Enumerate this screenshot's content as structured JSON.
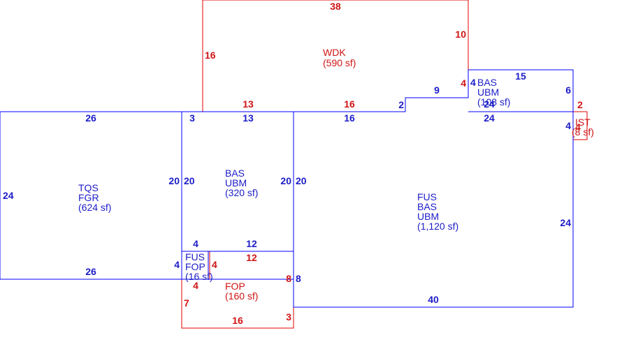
{
  "colors": {
    "blue": "#0000ff",
    "red": "#e00000"
  },
  "areas": {
    "wdk": {
      "code": "WDK",
      "area": "(590 sf)"
    },
    "bas2": {
      "code1": "BAS",
      "code2": "UBM",
      "area": "(108 sf)"
    },
    "ist": {
      "code": "IST",
      "area": "(8 sf)"
    },
    "tqs": {
      "code1": "TQS",
      "code2": "FGR",
      "area": "(624 sf)"
    },
    "bas1": {
      "code1": "BAS",
      "code2": "UBM",
      "area": "(320 sf)"
    },
    "fus": {
      "code1": "FUS",
      "code2": "BAS",
      "code3": "UBM",
      "area": "(1,120 sf)"
    },
    "fusfop": {
      "code1": "FUS",
      "code2": "FOP",
      "area": "(16 sf)"
    },
    "fop": {
      "code": "FOP",
      "area": "(160 sf)"
    }
  },
  "dims": {
    "wdk_top": "38",
    "wdk_left": "16",
    "wdk_right": "10",
    "wdk_notch": "4",
    "wdk_bottom_a": "13",
    "wdk_bottom_b": "16",
    "wdk_step": "2",
    "wdk_step_top": "9",
    "bas2_top": "15",
    "bas2_left": "4",
    "bas2_right": "6",
    "bas2_bottom": "24",
    "ist_top": "2",
    "ist_left": "4",
    "ist_right": "4",
    "tqs_top": "26",
    "tqs_left": "24",
    "tqs_right": "20",
    "tqs_bottom": "26",
    "bas1_top_a": "3",
    "bas1_top_b": "13",
    "bas1_left": "20",
    "bas1_right": "20",
    "fus_top_a": "16",
    "fus_top_b": "24",
    "fus_left": "20",
    "fus_right": "24",
    "fus_bottom": "40",
    "fus_step": "8",
    "fusfop_top": "4",
    "fusfop_left": "4",
    "fusfop_right": "4",
    "fusfop_bottom": "4",
    "bas1_bottom": "12",
    "fop_top": "12",
    "fop_right": "8",
    "fop_left": "7",
    "fop_bottom": "16",
    "fop_step": "3"
  }
}
